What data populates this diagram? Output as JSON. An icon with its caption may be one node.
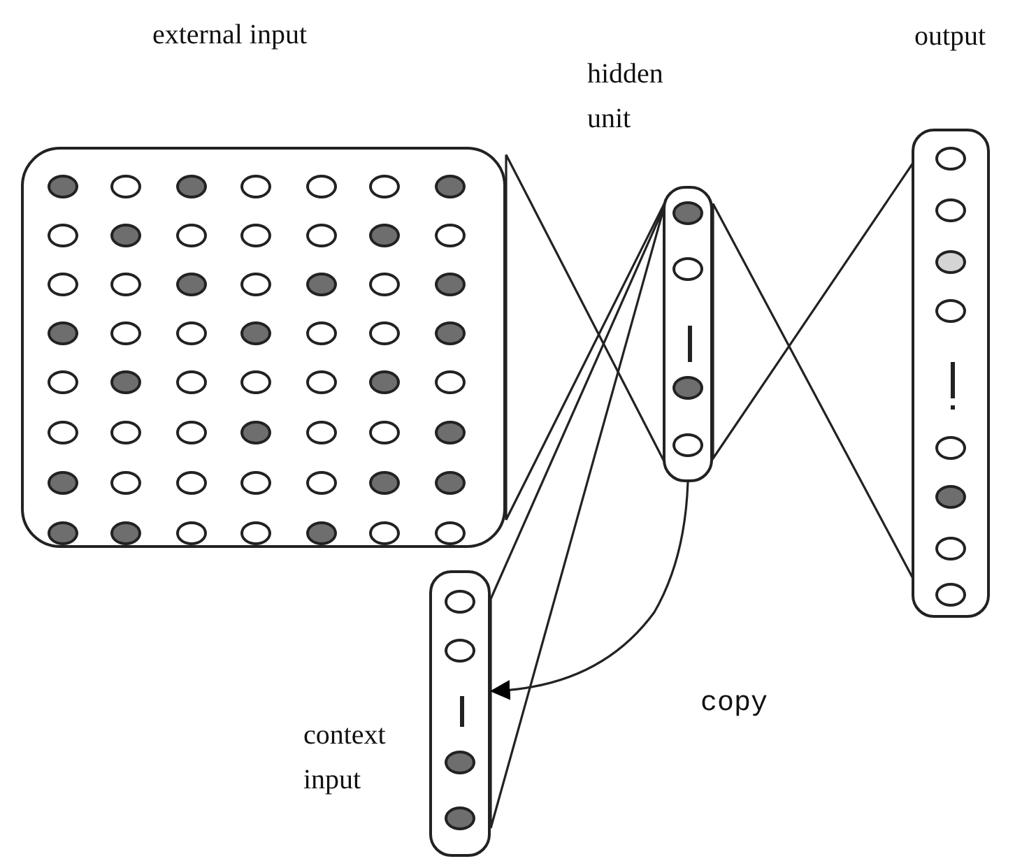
{
  "diagram": {
    "nodes": [
      {
        "text": [
          "external input"
        ]
      },
      {
        "text": [],
        "shape": "circle",
        "in": 0
      },
      {
        "text": [],
        "shape": "circle",
        "in": 0
      },
      {
        "text": [],
        "shape": "circle",
        "in": 0
      },
      {
        "text": [],
        "shape": "circle",
        "in": 0
      },
      {
        "text": [],
        "shape": "circle",
        "in": 0
      },
      {
        "text": [],
        "shape": "circle",
        "in": 0
      },
      {
        "text": [],
        "shape": "circle",
        "in": 0
      },
      {
        "text": [],
        "shape": "circle",
        "in": 0
      },
      {
        "text": [],
        "shape": "circle",
        "in": 0
      },
      {
        "text": [],
        "shape": "circle",
        "in": 0
      },
      {
        "text": [],
        "shape": "circle",
        "in": 0
      },
      {
        "text": [],
        "shape": "circle",
        "in": 0
      },
      {
        "text": [],
        "shape": "circle",
        "in": 0
      },
      {
        "text": [],
        "shape": "circle",
        "in": 0
      },
      {
        "text": [],
        "shape": "circle",
        "in": 0
      },
      {
        "text": [],
        "shape": "circle",
        "in": 0
      },
      {
        "text": [],
        "shape": "circle",
        "in": 0
      },
      {
        "text": [],
        "shape": "circle",
        "in": 0
      },
      {
        "text": [],
        "shape": "circle",
        "in": 0
      },
      {
        "text": [],
        "shape": "circle",
        "in": 0
      },
      {
        "text": [],
        "shape": "circle",
        "in": 0
      },
      {
        "text": [],
        "shape": "circle",
        "in": 0
      },
      {
        "text": [],
        "shape": "circle",
        "in": 0
      },
      {
        "text": [],
        "shape": "circle",
        "in": 0
      },
      {
        "text": [],
        "shape": "circle",
        "in": 0
      },
      {
        "text": [],
        "shape": "circle",
        "in": 0
      },
      {
        "text": [],
        "shape": "circle",
        "in": 0
      },
      {
        "text": [],
        "shape": "circle",
        "in": 0
      },
      {
        "text": [],
        "shape": "circle",
        "in": 0
      },
      {
        "text": [],
        "shape": "circle",
        "in": 0
      },
      {
        "text": [],
        "shape": "circle",
        "in": 0
      },
      {
        "text": [],
        "shape": "circle",
        "in": 0
      },
      {
        "text": [],
        "shape": "circle",
        "in": 0
      },
      {
        "text": [],
        "shape": "circle",
        "in": 0
      },
      {
        "text": [],
        "shape": "circle",
        "in": 0
      },
      {
        "text": [],
        "shape": "circle",
        "in": 0
      },
      {
        "text": [],
        "shape": "circle",
        "in": 0
      },
      {
        "text": [],
        "shape": "circle",
        "in": 0
      },
      {
        "text": [],
        "shape": "circle",
        "in": 0
      },
      {
        "text": [],
        "shape": "circle",
        "in": 0
      },
      {
        "text": [],
        "shape": "circle",
        "in": 0
      },
      {
        "text": [],
        "shape": "circle",
        "in": 0
      },
      {
        "text": [],
        "shape": "circle",
        "in": 0
      },
      {
        "text": [],
        "shape": "circle",
        "in": 0
      },
      {
        "text": [],
        "shape": "circle",
        "in": 0
      },
      {
        "text": [],
        "shape": "circle",
        "in": 0
      },
      {
        "text": [],
        "shape": "circle",
        "in": 0
      },
      {
        "text": [],
        "shape": "circle",
        "in": 0
      },
      {
        "text": [],
        "shape": "circle",
        "in": 0
      },
      {
        "text": [],
        "shape": "circle",
        "in": 0
      },
      {
        "text": [],
        "shape": "circle",
        "in": 0
      },
      {
        "text": [],
        "shape": "circle",
        "in": 0
      },
      {
        "text": [],
        "shape": "circle",
        "in": 0
      },
      {
        "text": [],
        "shape": "circle",
        "in": 0
      },
      {
        "text": [],
        "shape": "circle",
        "in": 0
      },
      {
        "text": [],
        "shape": "circle",
        "in": 0
      },
      {
        "text": [
          "hidden unit"
        ]
      },
      {
        "text": [],
        "shape": "circle",
        "in": 57
      },
      {
        "text": [],
        "shape": "circle",
        "in": 57
      },
      {
        "text": [],
        "shape": "circle",
        "in": 57
      },
      {
        "text": [],
        "shape": "circle",
        "in": 57
      },
      {
        "text": [
          "output"
        ]
      },
      {
        "text": [],
        "shape": "circle",
        "in": 62
      },
      {
        "text": [],
        "shape": "circle",
        "in": 62
      },
      {
        "text": [],
        "shape": "circle",
        "in": 62
      },
      {
        "text": [],
        "shape": "circle",
        "in": 62
      },
      {
        "text": [],
        "shape": "circle",
        "in": 62
      },
      {
        "text": [],
        "shape": "circle",
        "in": 62
      },
      {
        "text": [],
        "shape": "circle",
        "in": 62
      },
      {
        "text": [],
        "shape": "circle",
        "in": 62
      },
      {
        "text": [
          "context input"
        ]
      },
      {
        "text": [],
        "shape": "circle",
        "in": 71
      },
      {
        "text": [],
        "shape": "circle",
        "in": 71
      },
      {
        "text": [],
        "shape": "circle",
        "in": 71
      },
      {
        "text": [],
        "shape": "circle",
        "in": 71
      }
    ],
    "edges": [
      {
        "from": 0,
        "to": 57,
        "arrow": "none"
      },
      {
        "from": 57,
        "to": 62,
        "arrow": "none"
      },
      {
        "from": 71,
        "to": 57,
        "arrow": "none"
      },
      {
        "from": 57,
        "to": 71,
        "arrow": "to",
        "label": "copy"
      }
    ]
  }
}
